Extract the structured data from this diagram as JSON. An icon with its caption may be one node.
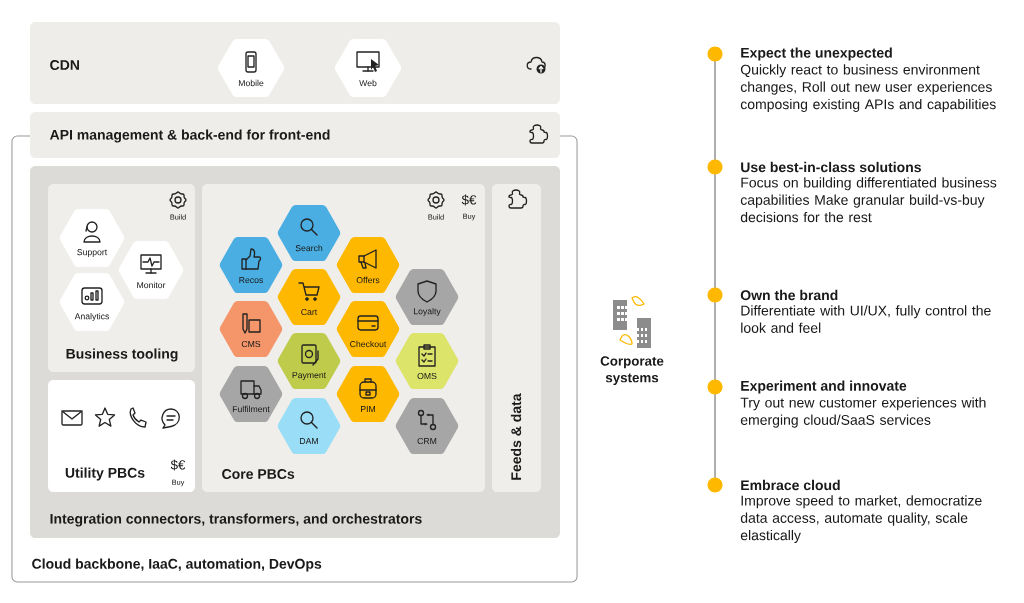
{
  "diagram": {
    "nodes": [
      {
        "text": [
          "CDN"
        ]
      },
      {
        "text": [
          "Mobile"
        ],
        "in": 0
      },
      {
        "text": [
          "Web"
        ],
        "in": 0
      },
      {
        "text": [
          "Cloud backbone, IaaC, automation, DevOps"
        ]
      },
      {
        "text": [
          "API management & back-end for front-end"
        ]
      },
      {
        "text": [
          "Integration connectors, transformers, and orchestrators"
        ],
        "in": 3
      },
      {
        "text": [
          "Build",
          "Business tooling"
        ],
        "in": 5
      },
      {
        "text": [
          "Support"
        ],
        "in": 6
      },
      {
        "text": [
          "Monitor"
        ],
        "in": 6
      },
      {
        "text": [
          "Analytics"
        ],
        "in": 6
      },
      {
        "text": [
          "$€",
          "Utility PBCs",
          "Buy"
        ],
        "in": 5
      },
      {
        "text": [
          "$€",
          "Build",
          "Buy",
          "Core PBCs"
        ],
        "in": 5
      },
      {
        "text": [
          "Search"
        ],
        "in": 11
      },
      {
        "text": [
          "Recos"
        ],
        "in": 11
      },
      {
        "text": [
          "Offers"
        ],
        "in": 11
      },
      {
        "text": [
          "Cart"
        ],
        "in": 11
      },
      {
        "text": [
          "Loyalty"
        ],
        "in": 11
      },
      {
        "text": [
          "CMS"
        ],
        "in": 11
      },
      {
        "text": [
          "Checkout"
        ],
        "in": 11
      },
      {
        "text": [
          "Payment"
        ],
        "in": 11
      },
      {
        "text": [
          "OMS"
        ],
        "in": 11
      },
      {
        "text": [
          "Fulfilment"
        ],
        "in": 11
      },
      {
        "text": [
          "PIM"
        ],
        "in": 11
      },
      {
        "text": [
          "DAM"
        ],
        "in": 11
      },
      {
        "text": [
          "CRM"
        ],
        "in": 11
      },
      {
        "text": [
          "Feeds & data"
        ],
        "in": 5
      }
    ],
    "labels": [
      "Corporate systems",
      "Expect the unexpected",
      "Quickly react to business environment changes, Roll out new user experiences composing existing APIs and capabilities",
      "Use best-in-class solutions",
      "Focus on building differentiated business capabilities Make granular build-vs-buy decisions for the rest",
      "Own the brand",
      "Differentiate with UI/UX, fully control the look and feel",
      "Experiment and innovate",
      "Try out new customer experiences with emerging cloud/SaaS services",
      "Embrace cloud",
      "Improve speed to market, democratize data access, automate quality, scale elastically"
    ]
  }
}
